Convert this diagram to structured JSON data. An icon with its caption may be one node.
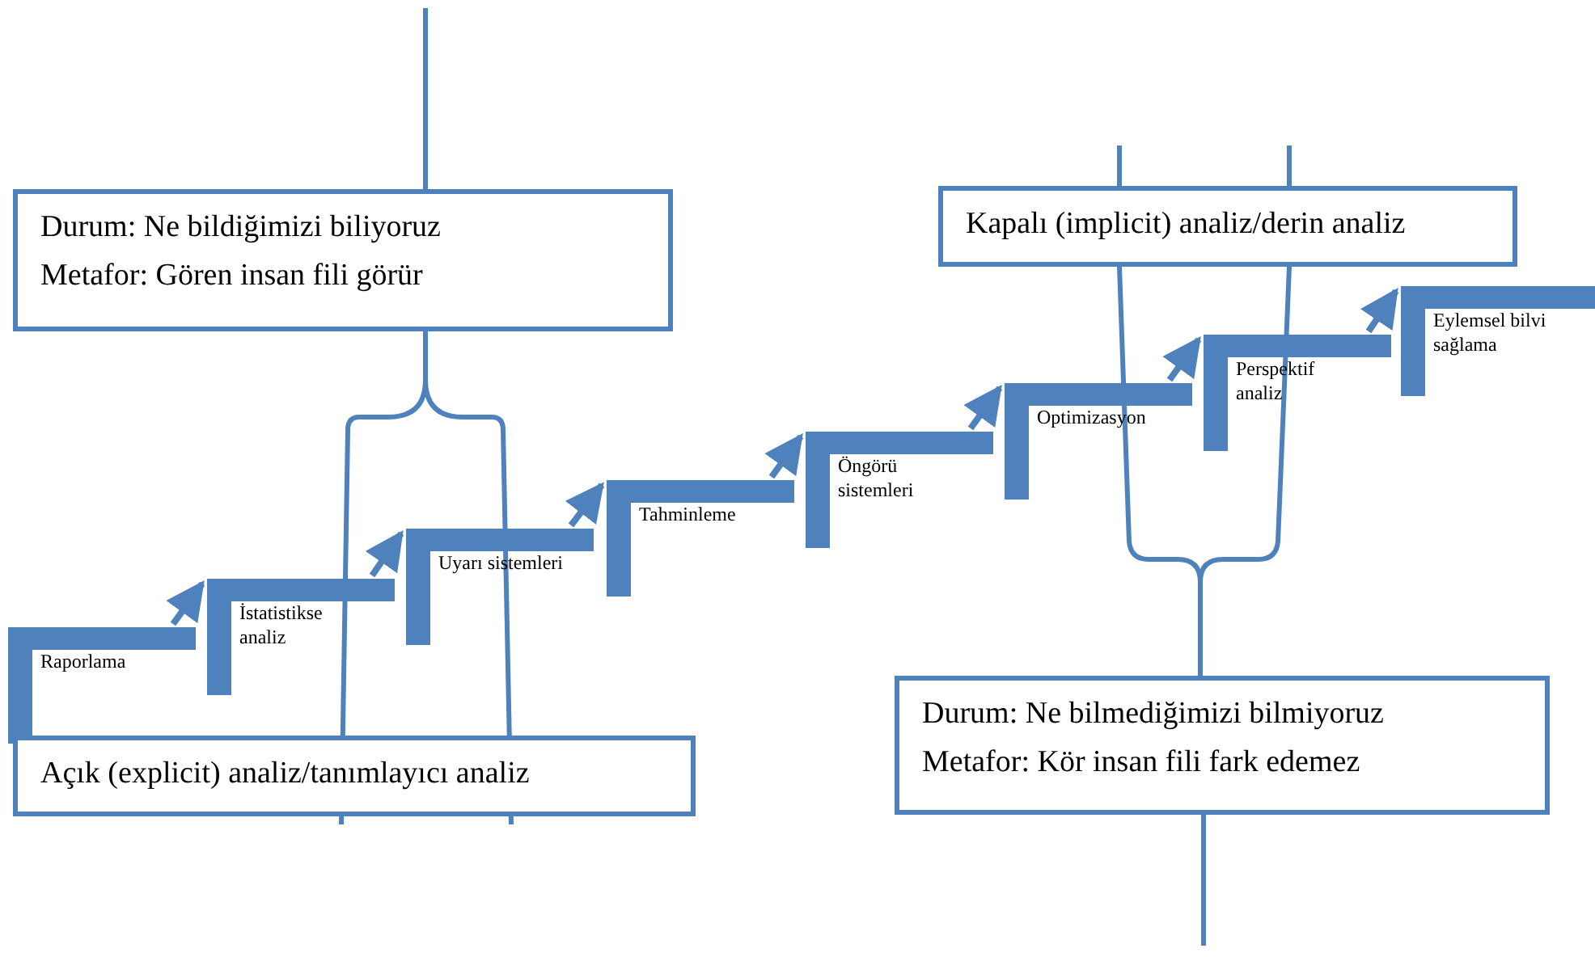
{
  "diagram": {
    "nodes": [
      {
        "text": [
          "Durum: Ne bildiğimizi biliyoruz",
          "Metafor: Gören insan fili görür"
        ]
      },
      {
        "text": [
          "Kapalı (implicit) analiz/derin analiz"
        ]
      },
      {
        "text": [
          "Raporlama"
        ]
      },
      {
        "text": [
          "İstatistikse analiz"
        ]
      },
      {
        "text": [
          "Uyarı sistemleri"
        ]
      },
      {
        "text": [
          "Tahminleme"
        ]
      },
      {
        "text": [
          "Öngörü sistemleri"
        ]
      },
      {
        "text": [
          "Optimizasyon"
        ]
      },
      {
        "text": [
          "Perspektif analiz"
        ]
      },
      {
        "text": [
          "Eylemsel bilvi sağlama"
        ]
      },
      {
        "text": [
          "Durum: Ne bilmediğimizi bilmiyoruz",
          "Metafor: Kör insan fili fark edemez"
        ]
      },
      {
        "text": [
          "Açık (explicit) analiz/tanımlayıcı analiz"
        ]
      }
    ],
    "edges": [
      {
        "from": 2,
        "to": 3,
        "arrow": "to"
      },
      {
        "from": 3,
        "to": 4,
        "arrow": "to"
      },
      {
        "from": 4,
        "to": 5,
        "arrow": "to"
      },
      {
        "from": 5,
        "to": 6,
        "arrow": "to"
      },
      {
        "from": 6,
        "to": 7,
        "arrow": "to"
      },
      {
        "from": 7,
        "to": 8,
        "arrow": "to"
      },
      {
        "from": 8,
        "to": 9,
        "arrow": "to"
      }
    ]
  }
}
